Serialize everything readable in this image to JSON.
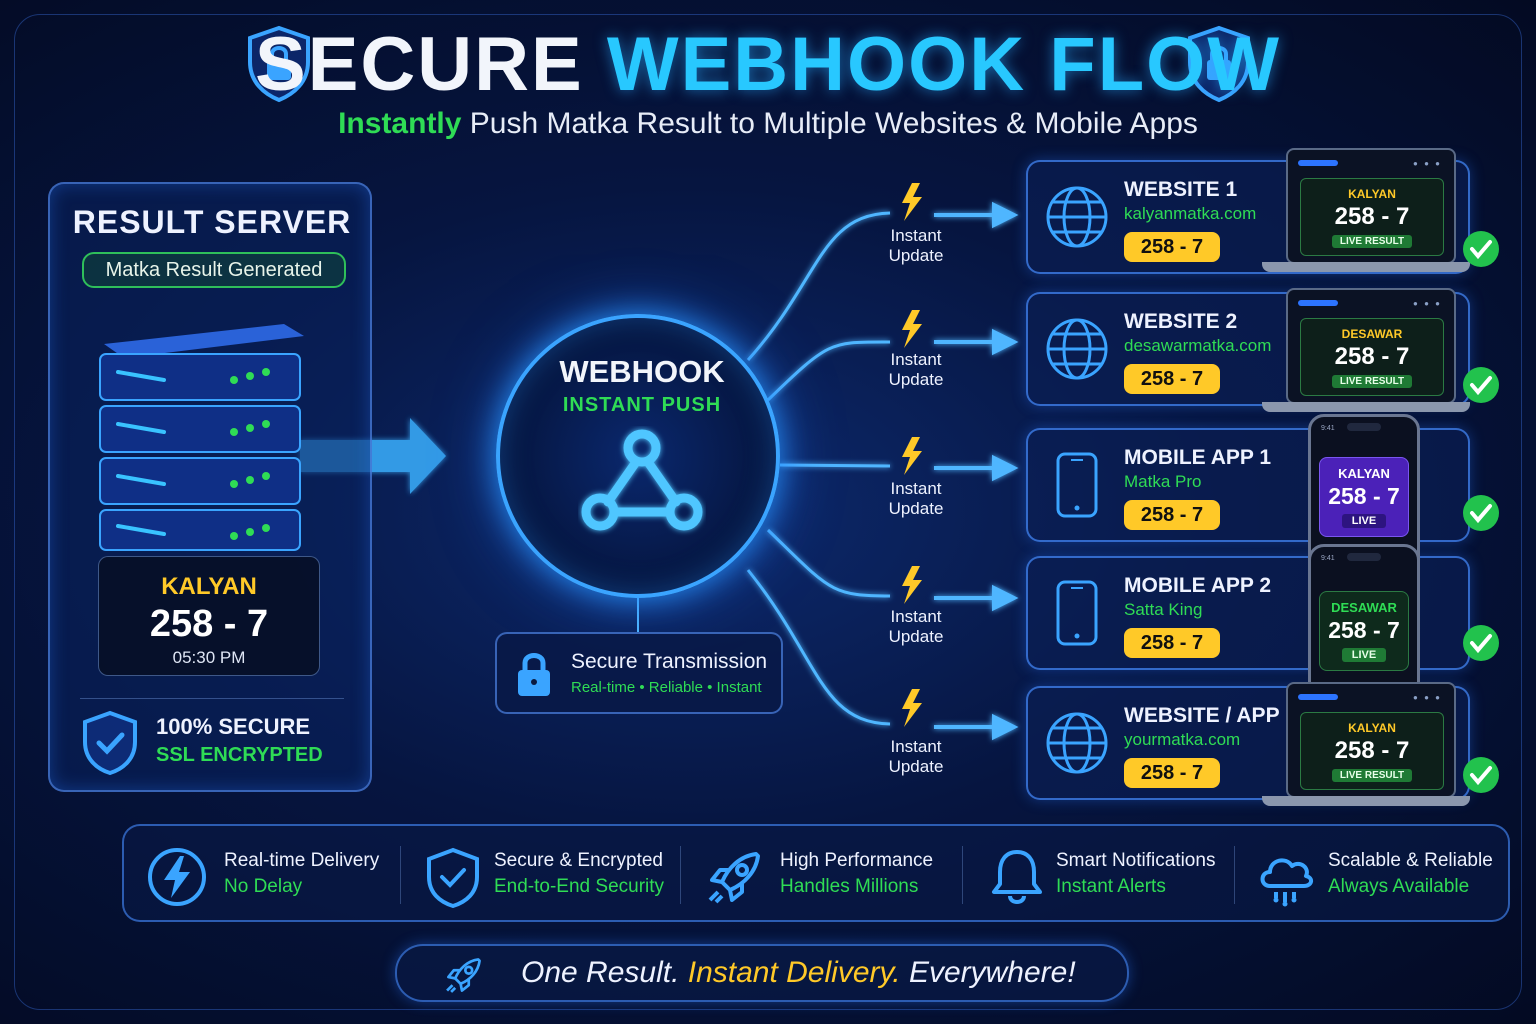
{
  "header": {
    "title_part1": "SECURE",
    "title_part2": "WEBHOOK FLOW",
    "subtitle_highlight": "Instantly",
    "subtitle_rest": " Push Matka Result to Multiple Websites & Mobile Apps"
  },
  "server": {
    "title": "RESULT SERVER",
    "status_pill": "Matka Result Generated",
    "market": "KALYAN",
    "result": "258 - 7",
    "time": "05:30 PM",
    "secure_title": "100% SECURE",
    "secure_sub": "SSL ENCRYPTED"
  },
  "hub": {
    "title": "WEBHOOK",
    "subtitle": "INSTANT PUSH",
    "transmission_title": "Secure Transmission",
    "transmission_sub": "Real-time • Reliable • Instant"
  },
  "update_label_line1": "Instant",
  "update_label_line2": "Update",
  "destinations": [
    {
      "name": "WEBSITE 1",
      "url": "kalyanmatka.com",
      "result": "258 - 7",
      "icon": "globe-icon",
      "device": "laptop",
      "screen_market": "KALYAN",
      "screen_result": "258 - 7",
      "screen_badge": "LIVE RESULT"
    },
    {
      "name": "WEBSITE 2",
      "url": "desawarmatka.com",
      "result": "258 - 7",
      "icon": "globe-icon",
      "device": "laptop",
      "screen_market": "DESAWAR",
      "screen_result": "258 - 7",
      "screen_badge": "LIVE RESULT"
    },
    {
      "name": "MOBILE APP 1",
      "url": "Matka Pro",
      "result": "258 - 7",
      "icon": "smartphone-icon",
      "device": "phone",
      "screen_market": "KALYAN",
      "screen_result": "258 - 7",
      "screen_badge": "LIVE"
    },
    {
      "name": "MOBILE APP 2",
      "url": "Satta King",
      "result": "258 - 7",
      "icon": "smartphone-icon",
      "device": "phone",
      "screen_market": "DESAWAR",
      "screen_result": "258 - 7",
      "screen_badge": "LIVE"
    },
    {
      "name": "WEBSITE / APP N",
      "url": "yourmatka.com",
      "result": "258 - 7",
      "icon": "globe-icon",
      "device": "laptop",
      "screen_market": "KALYAN",
      "screen_result": "258 - 7",
      "screen_badge": "LIVE RESULT"
    }
  ],
  "features": [
    {
      "title": "Real-time Delivery",
      "sub": "No Delay",
      "icon": "lightning-icon"
    },
    {
      "title": "Secure & Encrypted",
      "sub": "End-to-End Security",
      "icon": "shield-check-icon"
    },
    {
      "title": "High Performance",
      "sub": "Handles Millions",
      "icon": "rocket-icon"
    },
    {
      "title": "Smart Notifications",
      "sub": "Instant Alerts",
      "icon": "bell-icon"
    },
    {
      "title": "Scalable & Reliable",
      "sub": "Always Available",
      "icon": "cloud-icon"
    }
  ],
  "tagline": {
    "part1": "One Result. ",
    "part2": "Instant Delivery.",
    "part3": " Everywhere!"
  },
  "colors": {
    "accent_blue": "#28c8ff",
    "accent_green": "#2fdc55",
    "accent_yellow": "#ffc928",
    "background": "#061540"
  }
}
